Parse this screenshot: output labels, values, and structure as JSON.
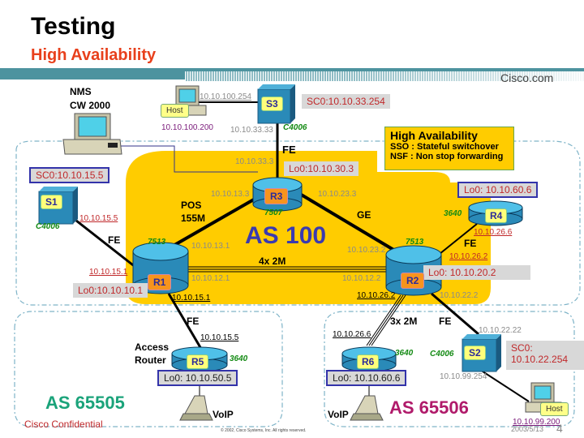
{
  "header": {
    "title": "Testing",
    "subtitle": "High Availability",
    "brand": "Cisco.com"
  },
  "ha_box": {
    "title": "High Availability",
    "lines": [
      "SSO : Stateful switchover",
      "NSF : Non stop forwarding"
    ]
  },
  "as_labels": {
    "core": "AS 100",
    "left": "AS 65505",
    "right": "AS 65506"
  },
  "nms": {
    "line1": "NMS",
    "line2": "CW 2000"
  },
  "hosts": {
    "top": {
      "label": "Host",
      "ip": "10.10.100.200"
    },
    "bottom": {
      "label": "Host",
      "ip": "10.10.99.200"
    }
  },
  "devices": {
    "S1": {
      "name": "S1",
      "model": "C4006",
      "sc0": "SC0:10.10.15.5",
      "ip": "10.10.15.5"
    },
    "S2": {
      "name": "S2",
      "model": "C4006",
      "sc0_l1": "SC0:",
      "sc0_l2": "10.10.22.254",
      "ip_up": "10.10.22.22",
      "ip_down": "10.10.99.254"
    },
    "S3": {
      "name": "S3",
      "model": "C4006",
      "sc0": "SC0:10.10.33.254",
      "ip_left": "10.10.100.254",
      "ip_down": "10.10.33.33"
    },
    "R1": {
      "name": "R1",
      "model": "7513",
      "lo0": "Lo0:10.10.10.1",
      "ip_s1": "10.10.15.1",
      "ip_r3": "10.10.13.1",
      "ip_r2": "10.10.12.1",
      "ip_r5": "10.10.15.1"
    },
    "R2": {
      "name": "R2",
      "model": "7513",
      "lo0": "Lo0: 10.10.20.2",
      "ip_r3": "10.10.23.2",
      "ip_r1": "10.10.12.2",
      "ip_r4": "10.10.26.2",
      "ip_r6": "10.10.26.2",
      "ip_s2": "10.10.22.2"
    },
    "R3": {
      "name": "R3",
      "model": "7507",
      "lo0": "Lo0:10.10.30.3",
      "ip_s3": "10.10.33.3",
      "ip_r1": "10.10.13.3",
      "ip_r2": "10.10.23.3"
    },
    "R4": {
      "name": "R4",
      "model": "3640",
      "lo0": "Lo0: 10.10.60.6",
      "ip": "10.10.26.6"
    },
    "R5": {
      "name": "R5",
      "model": "3640",
      "lo0": "Lo0: 10.10.50.5",
      "ip": "10.10.15.5",
      "role_l1": "Access",
      "role_l2": "Router"
    },
    "R6": {
      "name": "R6",
      "model": "3640",
      "lo0": "Lo0: 10.10.60.6",
      "ip": "10.10.26.6"
    }
  },
  "links": {
    "s3_r3": "FE",
    "r1_r3": {
      "l1": "POS",
      "l2": "155M"
    },
    "r3_r2": "GE",
    "r1_r2": "4x 2M",
    "s1_r1": "FE",
    "r2_r4": "FE",
    "r1_r5": "FE",
    "r2_r6": "3x 2M",
    "r2_s2": "FE"
  },
  "voip": {
    "left": "VoIP",
    "right": "VoIP"
  },
  "footer": {
    "confidential": "Cisco Confidential",
    "copyright": "© 2002, Cisco Systems, Inc. All rights reserved.",
    "date": "2003/5/13",
    "page": "4"
  }
}
